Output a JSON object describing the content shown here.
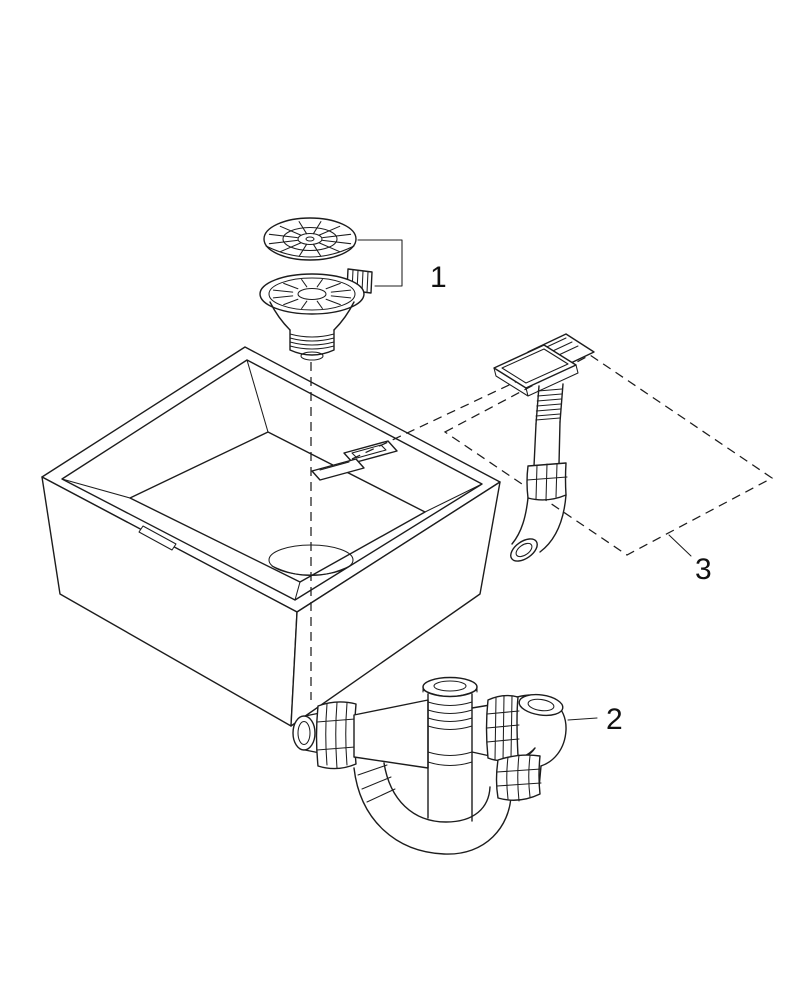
{
  "page": {
    "background": "#ffffff",
    "line_color": "#1c1c1c"
  },
  "diagram": {
    "kind": "exploded-parts-diagram",
    "subject": "Kitchen sink with basket strainer, waste trap and overflow kit",
    "parts": [
      {
        "number": "1",
        "name": "basket-strainer-assembly"
      },
      {
        "number": "2",
        "name": "waste-trap-assembly"
      },
      {
        "number": "3",
        "name": "overflow-assembly"
      }
    ]
  }
}
